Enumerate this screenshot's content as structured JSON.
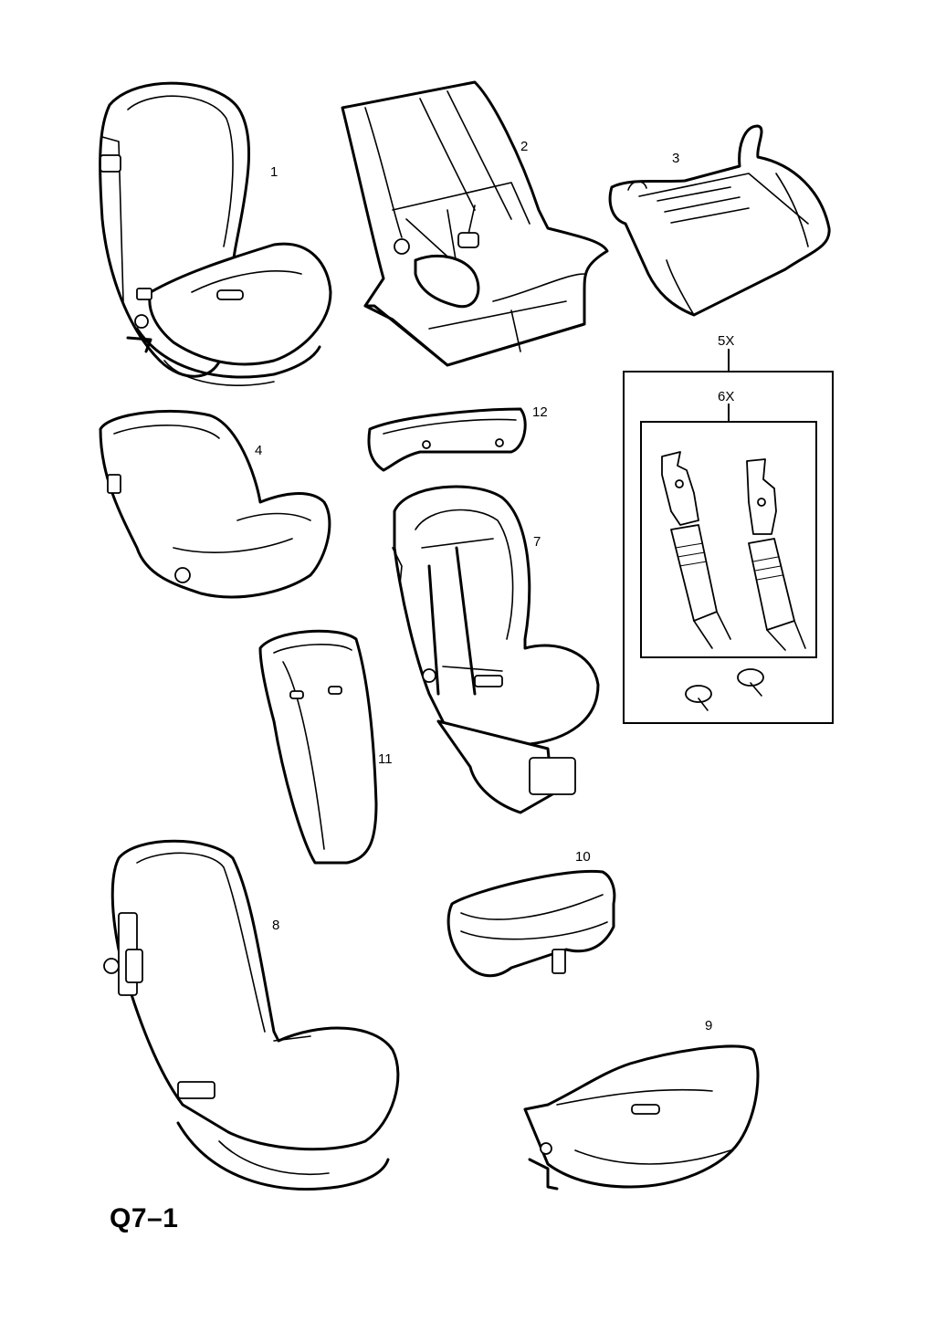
{
  "page_code": "Q7–1",
  "callouts": [
    {
      "id": "1",
      "label": "1"
    },
    {
      "id": "2",
      "label": "2"
    },
    {
      "id": "3",
      "label": "3"
    },
    {
      "id": "4",
      "label": "4"
    },
    {
      "id": "5",
      "label": "5X"
    },
    {
      "id": "6",
      "label": "6X"
    },
    {
      "id": "7",
      "label": "7"
    },
    {
      "id": "8",
      "label": "8"
    },
    {
      "id": "9",
      "label": "9"
    },
    {
      "id": "10",
      "label": "10"
    },
    {
      "id": "11",
      "label": "11"
    },
    {
      "id": "12",
      "label": "12"
    }
  ]
}
